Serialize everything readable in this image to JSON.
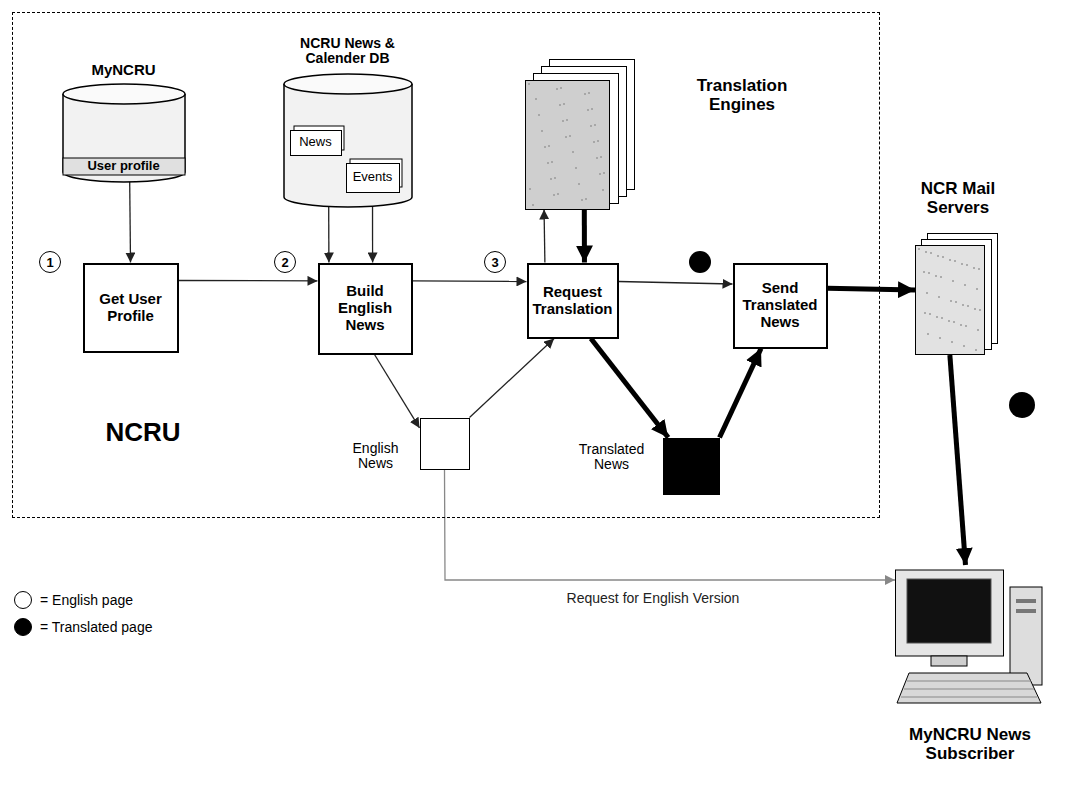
{
  "diagram": {
    "nodes": [
      {
        "text": [
          "NCRU"
        ]
      },
      {
        "text": [
          "MyNCRU",
          "User profile"
        ],
        "in": 0
      },
      {
        "text": [
          "NCRU News & Calender DB"
        ],
        "in": 0
      },
      {
        "text": [
          "News"
        ],
        "in": 2
      },
      {
        "text": [
          "Events"
        ],
        "in": 2
      },
      {
        "text": [
          "Get User Profile"
        ],
        "in": 0
      },
      {
        "text": [
          "Build English News"
        ],
        "in": 0
      },
      {
        "text": [
          "Translation Engines"
        ],
        "in": 0
      },
      {
        "text": [
          "Request Translation"
        ],
        "in": 0
      },
      {
        "text": [
          "Send Translated News"
        ],
        "in": 0
      },
      {
        "text": [
          "English News"
        ],
        "in": 0
      },
      {
        "text": [
          "Translated News"
        ],
        "in": 0
      },
      {
        "text": [
          "NCR Mail Servers"
        ]
      },
      {
        "text": [
          "MyNCRU News Subscriber"
        ]
      }
    ],
    "edges": [
      {
        "from": 1,
        "to": 5,
        "arrow": "to"
      },
      {
        "from": 3,
        "to": 6,
        "arrow": "to"
      },
      {
        "from": 4,
        "to": 6,
        "arrow": "to"
      },
      {
        "from": 5,
        "to": 6,
        "arrow": "to"
      },
      {
        "from": 6,
        "to": 8,
        "arrow": "to"
      },
      {
        "from": 6,
        "to": 10,
        "arrow": "to"
      },
      {
        "from": 10,
        "to": 8,
        "arrow": "to"
      },
      {
        "from": 8,
        "to": 7,
        "arrow": "to"
      },
      {
        "from": 7,
        "to": 8,
        "arrow": "to"
      },
      {
        "from": 8,
        "to": 11,
        "arrow": "to"
      },
      {
        "from": 11,
        "to": 9,
        "arrow": "to"
      },
      {
        "from": 8,
        "to": 9,
        "arrow": "to"
      },
      {
        "from": 9,
        "to": 12,
        "arrow": "to"
      },
      {
        "from": 12,
        "to": 13,
        "arrow": "to"
      },
      {
        "from": 10,
        "to": 13,
        "label": "Request for English Version",
        "arrow": "to"
      }
    ],
    "labels": [
      "1",
      "2",
      "3"
    ],
    "legend": [
      {
        "text": "= English page",
        "color": "#ffffff"
      },
      {
        "text": "= Translated page",
        "color": "#000000"
      }
    ]
  }
}
